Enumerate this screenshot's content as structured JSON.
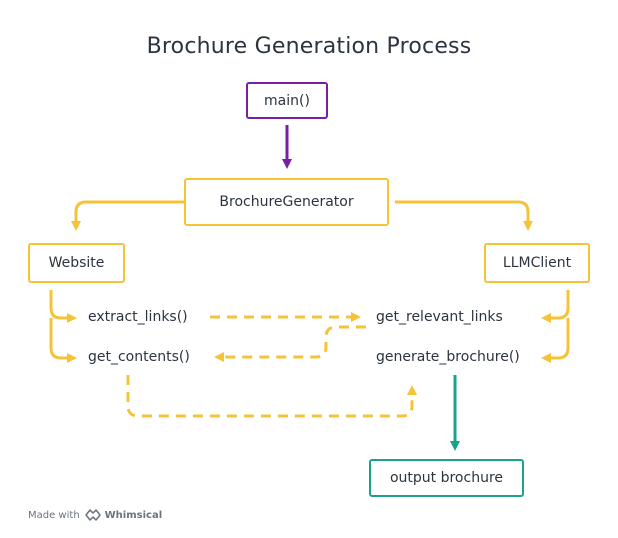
{
  "diagram": {
    "title": "Brochure Generation Process",
    "nodes": {
      "main": "main()",
      "generator": "BrochureGenerator",
      "website": "Website",
      "llm_client": "LLMClient",
      "output": "output brochure"
    },
    "methods": {
      "extract_links": "extract_links()",
      "get_contents": "get_contents()",
      "get_relevant_links": "get_relevant_links",
      "generate_brochure": "generate_brochure()"
    },
    "colors": {
      "purple": "#7a1fa2",
      "yellow": "#f5c338",
      "teal": "#1aa38c",
      "text": "#2b3440"
    }
  },
  "footer": {
    "made_with": "Made with",
    "brand": "Whimsical",
    "logo_icon": "whimsical-logo-icon"
  }
}
